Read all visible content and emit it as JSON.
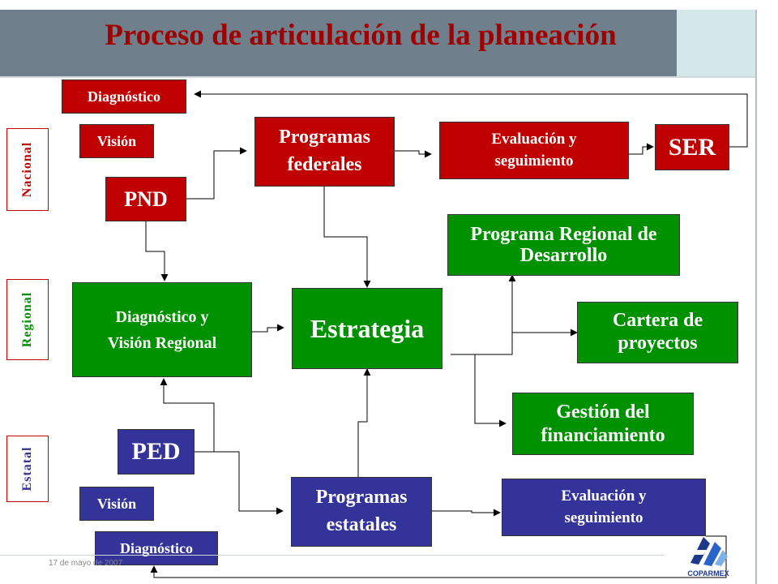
{
  "slide": {
    "title": "Proceso de articulación de la planeación",
    "date": "17 de mayo de 2007",
    "logo_text": "COPARMEX"
  },
  "levels": {
    "national": "Nacional",
    "regional": "Regional",
    "state": "Estatal"
  },
  "national": {
    "diagnostico": "Diagnóstico",
    "vision": "Visión",
    "pnd": "PND",
    "programas_federales": "Programas federales",
    "evaluacion": "Evaluación y seguimiento",
    "ser": "SER"
  },
  "regional": {
    "diagnostico_vision": "Diagnóstico y Visión Regional",
    "estrategia": "Estrategia",
    "programa_regional": "Programa Regional de Desarrollo",
    "cartera": "Cartera de proyectos",
    "gestion": "Gestión del financiamiento"
  },
  "state": {
    "ped": "PED",
    "vision": "Visión",
    "diagnostico": "Diagnóstico",
    "programas_estatales": "Programas estatales",
    "evaluacion": "Evaluación y seguimiento"
  },
  "colors": {
    "national": "#c00000",
    "regional": "#009100",
    "state": "#333399",
    "title": "#a00000"
  }
}
